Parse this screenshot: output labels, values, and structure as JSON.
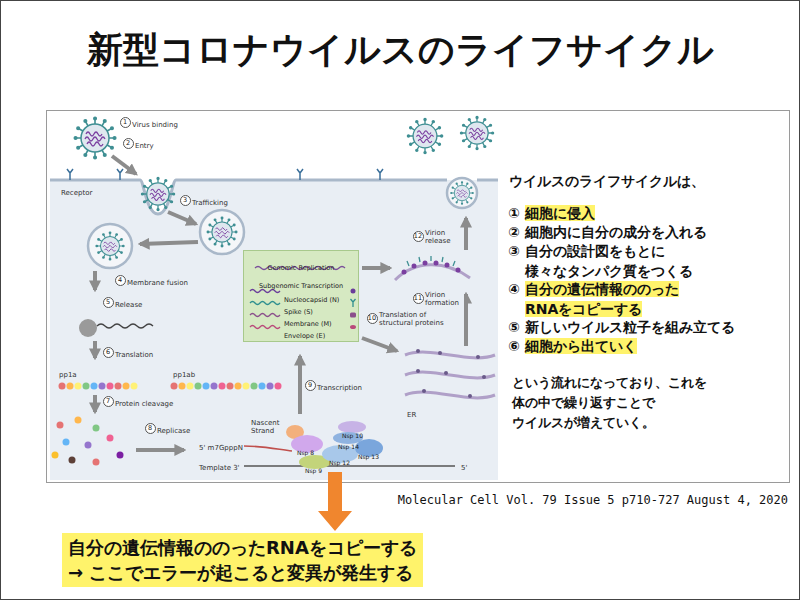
{
  "diagram": {
    "title": "新型コロナウイルスのライフサイクル",
    "nodes": [
      {
        "text": [
          "Genomic Replication",
          "Subgenomic Transcription",
          "Nucleocapsid (N)",
          "Spike (S)",
          "Membrane (M)",
          "Envelope (E)"
        ]
      },
      {
        "text": [
          "Nsp 10",
          "Nsp 14",
          "Nsp 8",
          "Nsp 12",
          "Nsp 13",
          "Nsp 9"
        ]
      },
      {
        "text": [
          "自分の遺伝情報ののったRNAをコピーする",
          "→ ここでエラーが起こると変異が発生する"
        ]
      }
    ],
    "edges": [
      {
        "from": 1,
        "to": 2,
        "arrow": "to"
      }
    ],
    "labels": [
      "1",
      "Virus binding",
      "2",
      "Entry",
      "Receptor",
      "3",
      "Trafficking",
      "4",
      "Membrane fusion",
      "5",
      "Release",
      "6",
      "Translation",
      "pp1a",
      "pp1ab",
      "7",
      "Protein cleavage",
      "8",
      "Replicase",
      "5' m7GpppN",
      "Nascent Strand",
      "Template 3'",
      "5'",
      "9",
      "Transcription",
      "10",
      "Translation of structural proteins",
      "11",
      "Virion formation",
      "12",
      "Virion release",
      "ER",
      "ウイルスのライフサイクルは、",
      "①",
      "細胞に侵入",
      "②",
      "細胞内に自分の成分を入れる",
      "③",
      "自分の設計図をもとに 様々なタンパク質をつくる",
      "④",
      "自分の遺伝情報ののった RNAをコピーする",
      "⑤",
      "新しいウイルス粒子を組み立てる",
      "⑥",
      "細胞から出ていく",
      "という流れになっており、これを 体の中で繰り返すことで ウイルスが増えていく。",
      "Molecular Cell Vol. 79 Issue 5 p710-727 August 4, 2020"
    ]
  }
}
